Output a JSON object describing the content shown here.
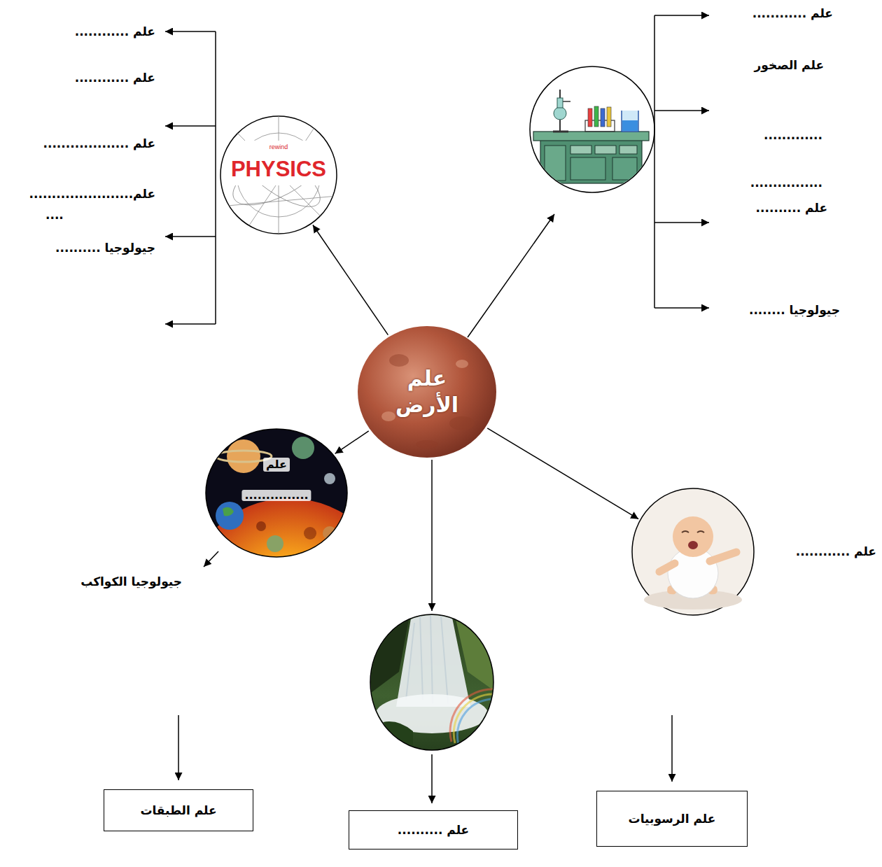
{
  "diagram": {
    "nodes": [
      {
        "text": [
          "rewind",
          "PHYSICS"
        ]
      },
      {
        "text": [
          "علم الأرض"
        ]
      },
      {
        "text": [
          "علم",
          "..............."
        ]
      },
      {
        "text": [
          "علم ............"
        ]
      },
      {
        "text": [
          "علم الطبقات"
        ]
      },
      {
        "text": [
          "علم .........."
        ]
      },
      {
        "text": [
          "علم الرسوبيات"
        ]
      }
    ],
    "edges": [
      {
        "from": 1,
        "to": 0,
        "arrow": "to"
      },
      {
        "from": 1,
        "to": 2,
        "arrow": "to"
      },
      {
        "from": 1,
        "to": 3,
        "arrow": "to"
      }
    ],
    "labels": [
      "علم ............",
      "علم ............",
      "علم ...................",
      "علم.......................",
      "....",
      "جيولوجيا ..........",
      "علم ............",
      "علم الصخور",
      ".............",
      "................",
      "علم ..........",
      "جيولوجيا ........",
      "جيولوجيا الكواكب"
    ]
  }
}
